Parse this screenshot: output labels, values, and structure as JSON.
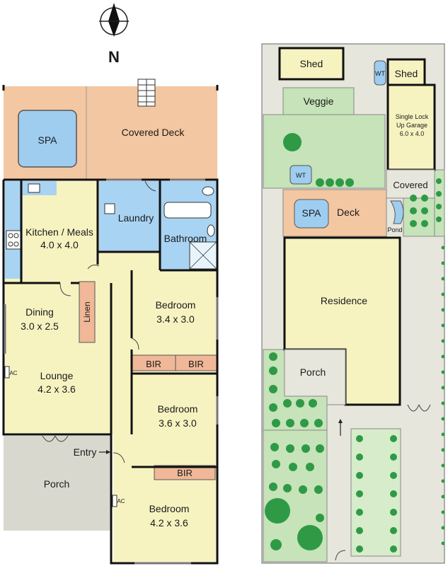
{
  "compass": {
    "letter": "N"
  },
  "floor_plan": {
    "rooms": {
      "spa": {
        "name": "SPA"
      },
      "covered_deck": {
        "name": "Covered Deck"
      },
      "kitchen": {
        "name": "Kitchen / Meals",
        "size": "4.0 x 4.0"
      },
      "laundry": {
        "name": "Laundry"
      },
      "bathroom": {
        "name": "Bathroom"
      },
      "dining": {
        "name": "Dining",
        "size": "3.0 x 2.5"
      },
      "linen": {
        "name": "Linen"
      },
      "bedroom1": {
        "name": "Bedroom",
        "size": "3.4 x 3.0"
      },
      "bir1": {
        "name": "BIR"
      },
      "bir2": {
        "name": "BIR"
      },
      "lounge": {
        "name": "Lounge",
        "size": "4.2 x 3.6"
      },
      "ac1": {
        "name": "AC"
      },
      "bedroom2": {
        "name": "Bedroom",
        "size": "3.6 x 3.0"
      },
      "entry": {
        "name": "Entry"
      },
      "bir3": {
        "name": "BIR"
      },
      "porch": {
        "name": "Porch"
      },
      "ac2": {
        "name": "AC"
      },
      "bedroom3": {
        "name": "Bedroom",
        "size": "4.2 x 3.6"
      }
    }
  },
  "site_plan": {
    "areas": {
      "shed1": {
        "name": "Shed"
      },
      "wt1": {
        "name": "WT"
      },
      "shed2": {
        "name": "Shed"
      },
      "veggie": {
        "name": "Veggie"
      },
      "garage": {
        "line1": "Single Lock",
        "line2": "Up Garage",
        "line3": "6.0 x 4.0"
      },
      "wt2": {
        "name": "WT"
      },
      "covered": {
        "name": "Covered"
      },
      "spa": {
        "name": "SPA"
      },
      "deck": {
        "name": "Deck"
      },
      "pond": {
        "name": "Pond"
      },
      "residence": {
        "name": "Residence"
      },
      "porch": {
        "name": "Porch"
      }
    }
  },
  "colors": {
    "deck": "#f3c7a2",
    "spa": "#9fcdf0",
    "wet_area": "#a9d3f2",
    "living": "#f7f3c1",
    "built_in": "#f0b898",
    "porch": "#d9d8cf",
    "garden": "#c6e3b9",
    "lawn": "#d6eccb",
    "ground": "#e7e6dc",
    "tree": "#2f9a45"
  }
}
